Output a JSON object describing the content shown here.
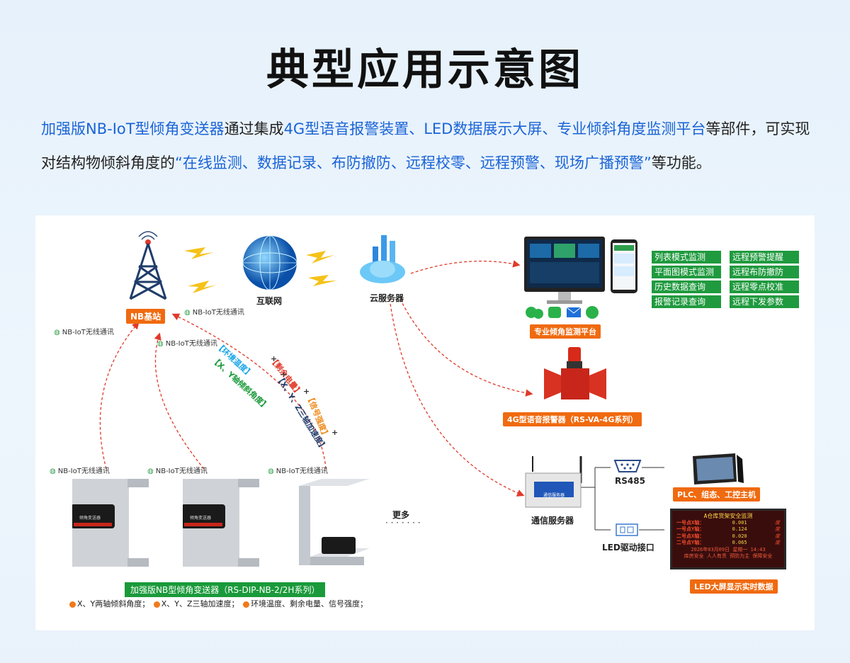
{
  "title": "典型应用示意图",
  "intro": {
    "p1": "加强版NB-IoT型倾角变送器",
    "p2": "通过集成",
    "p3": "4G型语音报警装置、LED数据展示大屏、专业倾斜角度监测平台",
    "p4": "等部件，可实现对结构物倾斜角度的",
    "p5": "“在线监测、数据记录、布防撤防、远程校零、远程预警、现场广播预警”",
    "p6": "等功能。"
  },
  "nodes": {
    "internet": "互联网",
    "cloud": "云服务器",
    "nb_station": "NB基站",
    "platform": "专业倾角监测平台",
    "alarm": "4G型语音报警器（RS-VA-4G系列）",
    "comm_server": "通信服务器",
    "rs485": "RS485",
    "plc": "PLC、组态、工控主机",
    "led_port": "LED驱动接口",
    "led_screen_label": "LED大屏显示实时数据",
    "more": "更多",
    "transmitter": "加强版NB型倾角变送器（RS-DIP-NB-2/2H系列）"
  },
  "nb_labels": [
    "NB-IoT无线通讯",
    "NB-IoT无线通讯",
    "NB-IoT无线通讯",
    "NB-IoT无线通讯",
    "NB-IoT无线通讯",
    "NB-IoT无线通讯"
  ],
  "functions": [
    "列表模式监测",
    "远程预警提醒",
    "平面图模式监测",
    "远程布防撤防",
    "历史数据查询",
    "远程零点校准",
    "报警记录查询",
    "远程下发参数"
  ],
  "data_tags": {
    "t1": "【环境温度】",
    "t2": "【X、Y轴倾斜角度】",
    "t3": "【剩余电量】",
    "t4": "【X、Y、Z三轴加速度】",
    "t5": "【信号强度】",
    "plus": "+"
  },
  "legend": {
    "l1": "X、Y两轴倾斜角度；",
    "l2": "X、Y、Z三轴加速度；",
    "l3": "环境温度、剩余电量、信号强度；"
  },
  "device_text": {
    "sensor": "倾角变送器",
    "server_badge": "通信服务器"
  },
  "led_screen": {
    "title": "A仓库货架安全监测",
    "rows": [
      {
        "name": "一号点X轴：",
        "value": "0.001",
        "unit": "度"
      },
      {
        "name": "一号点Y轴：",
        "value": "0.124",
        "unit": "度"
      },
      {
        "name": "二号点X轴：",
        "value": "0.020",
        "unit": "度"
      },
      {
        "name": "二号点Y轴：",
        "value": "0.065",
        "unit": "度"
      }
    ],
    "date": "2026年03月09日 星期一 14:43",
    "footer": "库房安全 人人有责 预防为主 保障安全"
  },
  "colors": {
    "accent_blue": "#1a64d6",
    "orange": "#f06a0f",
    "green": "#1f9a3e",
    "arrow_red": "#e03a2a"
  }
}
